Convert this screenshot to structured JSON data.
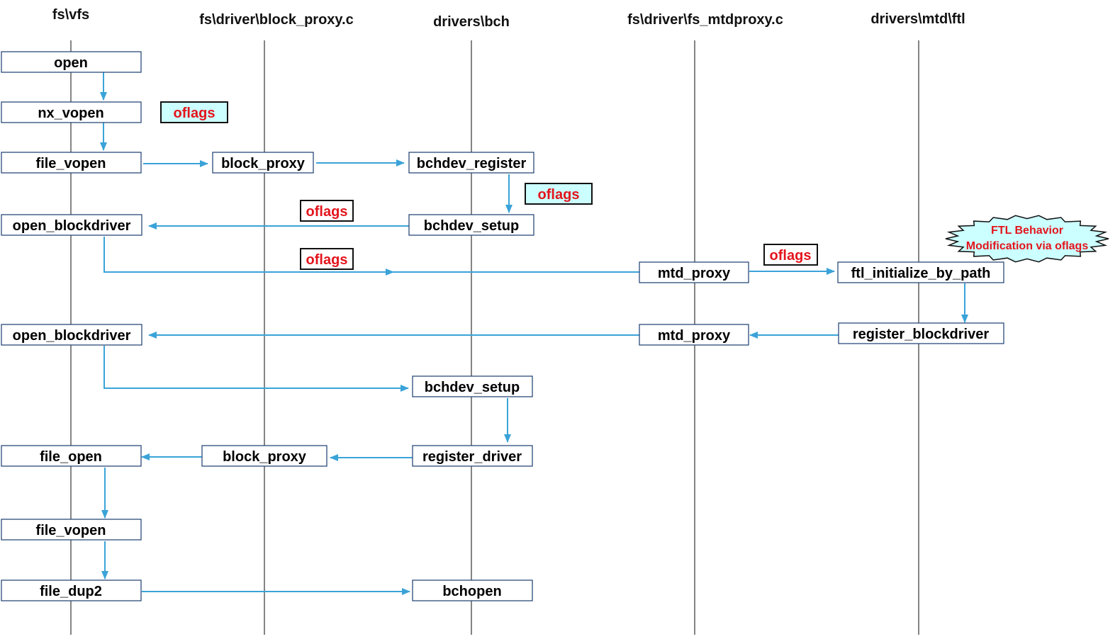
{
  "colors": {
    "flow_line": "#3aa3d8",
    "node_border": "#2b4a7a",
    "flag_text": "#e3141c",
    "flag_fill": "#ccffff",
    "note_fill": "#ccffff",
    "lifeline": "#333333"
  },
  "lanes": [
    {
      "id": "vfs",
      "title": "fs\\vfs"
    },
    {
      "id": "block_proxy",
      "title": "fs\\driver\\block_proxy.c"
    },
    {
      "id": "bch",
      "title": "drivers\\bch"
    },
    {
      "id": "mtdproxy",
      "title": "fs\\driver\\fs_mtdproxy.c"
    },
    {
      "id": "ftl",
      "title": "drivers\\mtd\\ftl"
    }
  ],
  "nodes": [
    {
      "id": "open",
      "lane": "vfs",
      "label": "open"
    },
    {
      "id": "nx_vopen",
      "lane": "vfs",
      "label": "nx_vopen"
    },
    {
      "id": "file_vopen_1",
      "lane": "vfs",
      "label": "file_vopen"
    },
    {
      "id": "block_proxy_1",
      "lane": "block_proxy",
      "label": "block_proxy"
    },
    {
      "id": "bchdev_register",
      "lane": "bch",
      "label": "bchdev_register"
    },
    {
      "id": "open_blockdriver_1",
      "lane": "vfs",
      "label": "open_blockdriver"
    },
    {
      "id": "bchdev_setup_1",
      "lane": "bch",
      "label": "bchdev_setup"
    },
    {
      "id": "mtd_proxy_1",
      "lane": "mtdproxy",
      "label": "mtd_proxy"
    },
    {
      "id": "ftl_initialize_by_path",
      "lane": "ftl",
      "label": "ftl_initialize_by_path"
    },
    {
      "id": "open_blockdriver_2",
      "lane": "vfs",
      "label": "open_blockdriver"
    },
    {
      "id": "mtd_proxy_2",
      "lane": "mtdproxy",
      "label": "mtd_proxy"
    },
    {
      "id": "register_blockdriver",
      "lane": "ftl",
      "label": "register_blockdriver"
    },
    {
      "id": "bchdev_setup_2",
      "lane": "bch",
      "label": "bchdev_setup"
    },
    {
      "id": "file_open",
      "lane": "vfs",
      "label": "file_open"
    },
    {
      "id": "block_proxy_2",
      "lane": "block_proxy",
      "label": "block_proxy"
    },
    {
      "id": "register_driver",
      "lane": "bch",
      "label": "register_driver"
    },
    {
      "id": "file_vopen_2",
      "lane": "vfs",
      "label": "file_vopen"
    },
    {
      "id": "file_dup2",
      "lane": "vfs",
      "label": "file_dup2"
    },
    {
      "id": "bchopen",
      "lane": "bch",
      "label": "bchopen"
    }
  ],
  "flag_labels": [
    {
      "id": "flag-nx-vopen",
      "label": "oflags",
      "highlighted": true
    },
    {
      "id": "flag-bchdev-register",
      "label": "oflags",
      "highlighted": true
    },
    {
      "id": "flag-bchdev-setup-return",
      "label": "oflags",
      "highlighted": false
    },
    {
      "id": "flag-open-blockdriver",
      "label": "oflags",
      "highlighted": false
    },
    {
      "id": "flag-mtd-proxy",
      "label": "oflags",
      "highlighted": false
    }
  ],
  "note": {
    "line1": "FTL Behavior",
    "line2": "Modification via oflags"
  },
  "edges": [
    {
      "from": "open",
      "to": "nx_vopen"
    },
    {
      "from": "nx_vopen",
      "to": "file_vopen_1"
    },
    {
      "from": "file_vopen_1",
      "to": "block_proxy_1"
    },
    {
      "from": "block_proxy_1",
      "to": "bchdev_register"
    },
    {
      "from": "bchdev_register",
      "to": "bchdev_setup_1"
    },
    {
      "from": "bchdev_setup_1",
      "to": "open_blockdriver_1"
    },
    {
      "from": "open_blockdriver_1",
      "to": "mtd_proxy_1"
    },
    {
      "from": "mtd_proxy_1",
      "to": "ftl_initialize_by_path"
    },
    {
      "from": "ftl_initialize_by_path",
      "to": "register_blockdriver"
    },
    {
      "from": "register_blockdriver",
      "to": "mtd_proxy_2"
    },
    {
      "from": "mtd_proxy_2",
      "to": "open_blockdriver_2"
    },
    {
      "from": "open_blockdriver_2",
      "to": "bchdev_setup_2"
    },
    {
      "from": "bchdev_setup_2",
      "to": "register_driver"
    },
    {
      "from": "register_driver",
      "to": "block_proxy_2"
    },
    {
      "from": "block_proxy_2",
      "to": "file_open"
    },
    {
      "from": "file_open",
      "to": "file_vopen_2"
    },
    {
      "from": "file_vopen_2",
      "to": "file_dup2"
    },
    {
      "from": "file_dup2",
      "to": "bchopen"
    }
  ]
}
